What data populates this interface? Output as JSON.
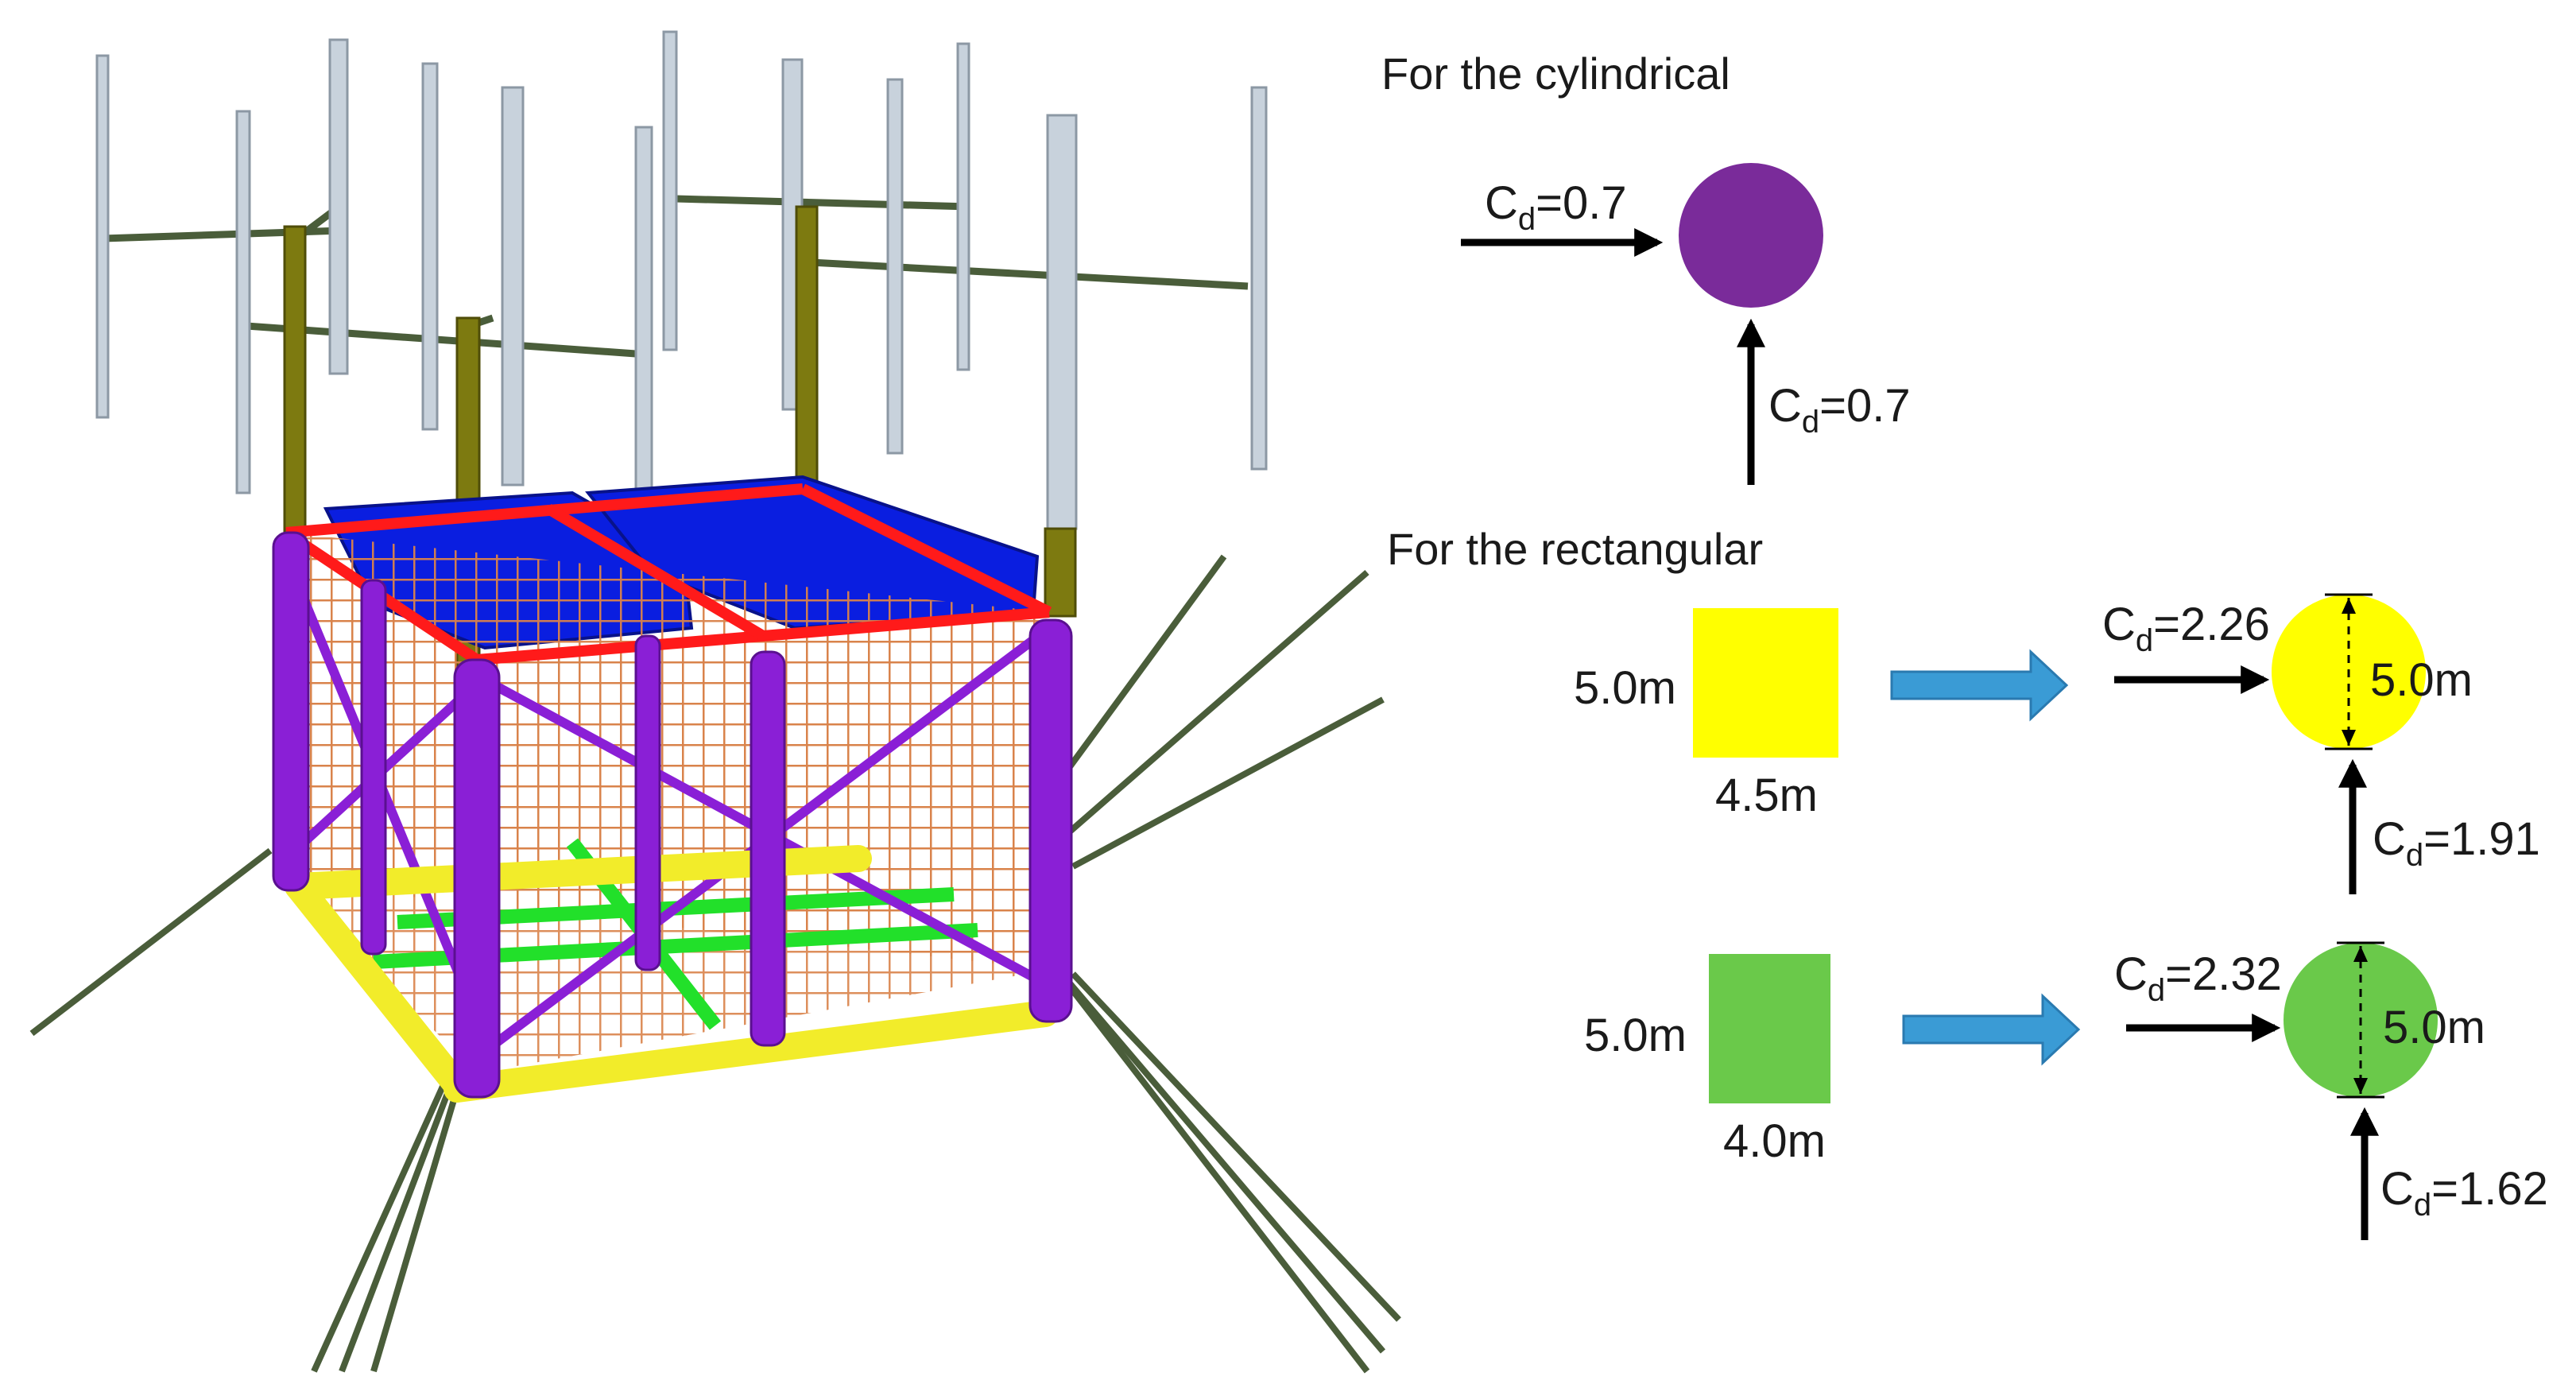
{
  "figure": {
    "cylindrical": {
      "heading": "For the cylindrical",
      "cd_main": "C",
      "cd_sub": "d",
      "cd_x_value": "=0.7",
      "cd_y_value": "=0.7",
      "shape_color": "#7a2b9a"
    },
    "rectangular": {
      "heading": "For the rectangular",
      "yellow": {
        "height_label": "5.0m",
        "width_label": "4.5m",
        "diameter_label": "5.0m",
        "cd_x_value": "=2.26",
        "cd_y_value": "=1.91",
        "shape_color": "#ffff00"
      },
      "green": {
        "height_label": "5.0m",
        "width_label": "4.0m",
        "diameter_label": "5.0m",
        "cd_x_value": "=2.32",
        "cd_y_value": "=1.62",
        "shape_color": "#6ac94a"
      }
    },
    "colors": {
      "arrow_black": "#000000",
      "arrow_blue": "#3a9bd5",
      "column_purple": "#8a1fd6",
      "frame_red": "#ff1a1a",
      "pontoon_yellow": "#f2ec2a",
      "float_blue": "#0a1ee0",
      "net_orange": "#d9824a",
      "tower_olive": "#7d7a10",
      "rotor_blade": "#c8d2dc",
      "mooring_line": "#4a5d3a"
    }
  }
}
